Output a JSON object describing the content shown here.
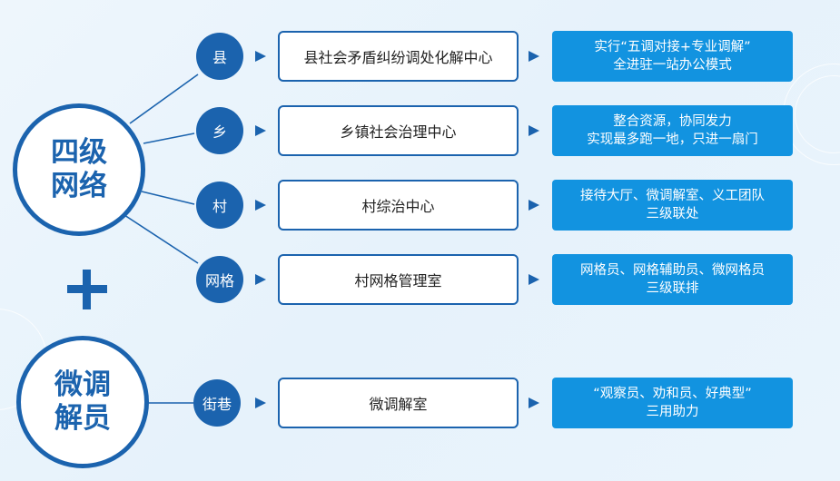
{
  "colors": {
    "primary": "#1b63ae",
    "accent": "#1293e0",
    "background": "#e9f4fc"
  },
  "groups": [
    {
      "label_lines": [
        "四级",
        "网络"
      ]
    },
    {
      "label_lines": [
        "微调",
        "解员"
      ]
    }
  ],
  "plus_icon": "plus-icon",
  "rows": [
    {
      "tag": "县",
      "name": "县社会矛盾纠纷调处化解中心",
      "desc_lines": [
        "实行“五调对接+专业调解”",
        "全进驻一站办公模式"
      ]
    },
    {
      "tag": "乡",
      "name": "乡镇社会治理中心",
      "desc_lines": [
        "整合资源，协同发力",
        "实现最多跑一地，只进一扇门"
      ]
    },
    {
      "tag": "村",
      "name": "村综治中心",
      "desc_lines": [
        "接待大厅、微调解室、义工团队",
        "三级联处"
      ]
    },
    {
      "tag": "网格",
      "name": "村网格管理室",
      "desc_lines": [
        "网格员、网格辅助员、微网格员",
        "三级联排"
      ]
    },
    {
      "tag": "街巷",
      "name": "微调解室",
      "desc_lines": [
        "“观察员、劝和员、好典型”",
        "三用助力"
      ]
    }
  ]
}
